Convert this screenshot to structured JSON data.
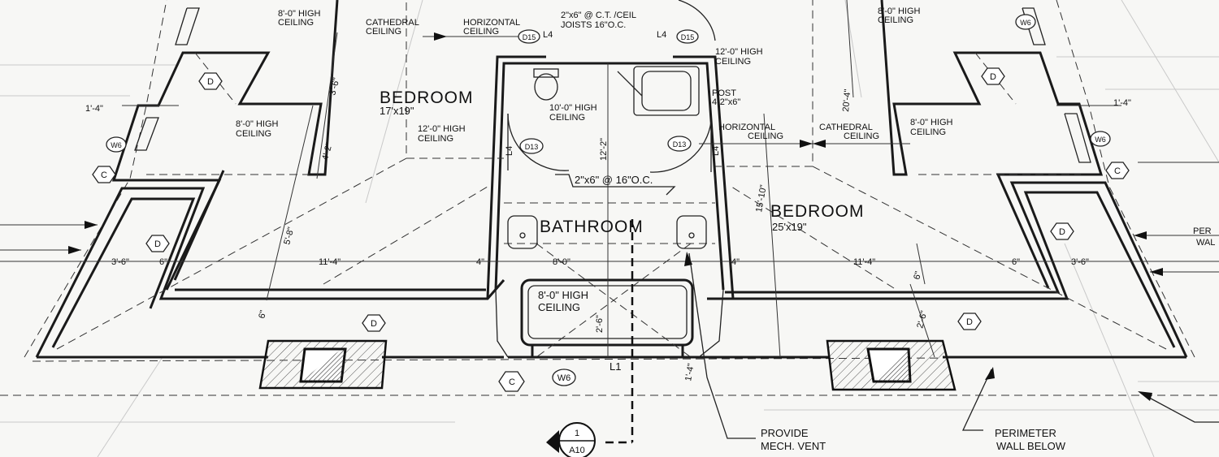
{
  "rooms": {
    "bedroom_left": {
      "name": "BEDROOM",
      "size": "17'x19\""
    },
    "bedroom_right": {
      "name": "BEDROOM",
      "size": "25'x19\""
    },
    "bathroom": {
      "name": "BATHROOM"
    }
  },
  "ceiling_notes": {
    "top_left_line1": "8'-0\" HIGH",
    "top_left_line2": "CEILING",
    "left_line1": "8'-0\" HIGH",
    "left_line2": "CEILING",
    "bed_left_line1": "12'-0\" HIGH",
    "bed_left_line2": "CEILING",
    "bath_top_line1": "10'-0\" HIGH",
    "bath_top_line2": "CEILING",
    "bath_bottom_line1": "8'-0\" HIGH",
    "bath_bottom_line2": "CEILING",
    "top_right_line1": "12'-0\" HIGH",
    "top_right_line2": "CEILING",
    "right_line1": "8'-0\" HIGH",
    "right_line2": "CEILING",
    "far_right_line1": "8'-0\" HIGH",
    "far_right_line2": "CEILING"
  },
  "framing": {
    "cathedral_left_1": "CATHEDRAL",
    "cathedral_left_2": "CEILING",
    "horizontal_left_1": "HORIZONTAL",
    "horizontal_left_2": "CEILING",
    "joists_1": "2\"x6\"  @  C.T. /CEIL",
    "joists_2": "JOISTS  16\"O.C.",
    "horizontal_right_1": "HORIZONTAL",
    "horizontal_right_2": "CEILING",
    "cathedral_right_1": "CATHEDRAL",
    "cathedral_right_2": "CEILING",
    "post_1": "POST",
    "post_2": "4-2\"x6\"",
    "beam": "2\"x6\"  @  16\"O.C."
  },
  "dimensions": {
    "d1": "1'-4\"",
    "d2": "1'-4\"",
    "d3": "3'-6\"",
    "d4": "6\"",
    "d5": "11'-4\"",
    "d6": "4\"",
    "d7": "8'-0\"",
    "d8": "4\"",
    "d9": "11'-4\"",
    "d10": "6\"",
    "d11": "3'-6\"",
    "d12": "12'-2\"",
    "d13": "15'-10\"",
    "d14": "20'-4\"",
    "d15": "4'-2\"",
    "d16": "3'-6\"",
    "d17": "5'-8\"",
    "d18": "6\"",
    "d19": "2'-6\"",
    "d20": "6\"",
    "d21": "2'-6\"",
    "d22": "L4",
    "d23": "L4",
    "d24": "L1",
    "d25": "L1",
    "d26": "L1",
    "d27": "1'-4\""
  },
  "tags": {
    "w6_left": "W6",
    "w6_right": "W6",
    "w6_bottom": "W6",
    "w6_top_right": "W6",
    "d_1": "D",
    "d_2": "D",
    "d_3": "D",
    "d_4": "D",
    "d_5": "D",
    "c_left": "C",
    "c_right": "C",
    "c_bottom": "C",
    "d13_left": "D13",
    "d13_right": "D13",
    "d15_left": "D15",
    "d15_right": "D15",
    "section_num": "1",
    "section_sheet": "A10"
  },
  "notes": {
    "vent_1": "PROVIDE",
    "vent_2": "MECH. VENT",
    "wall_1": "PERIMETER",
    "wall_2": "WALL BELOW",
    "edge_1": "PER",
    "edge_2": "WAL"
  }
}
